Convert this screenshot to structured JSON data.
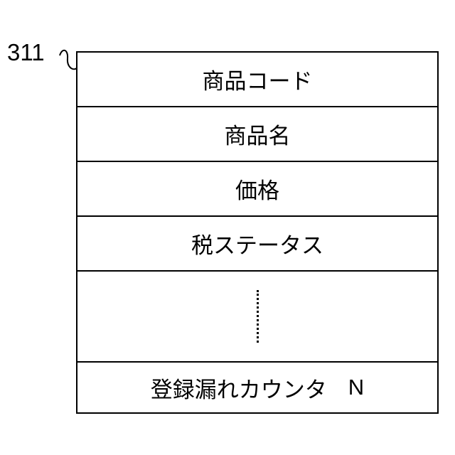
{
  "diagram": {
    "reference_number": "311",
    "fields": [
      {
        "label": "商品コード"
      },
      {
        "label": "商品名"
      },
      {
        "label": "価格"
      },
      {
        "label": "税ステータス"
      }
    ],
    "last_field": {
      "label": "登録漏れカウンタ",
      "suffix": "N"
    }
  }
}
